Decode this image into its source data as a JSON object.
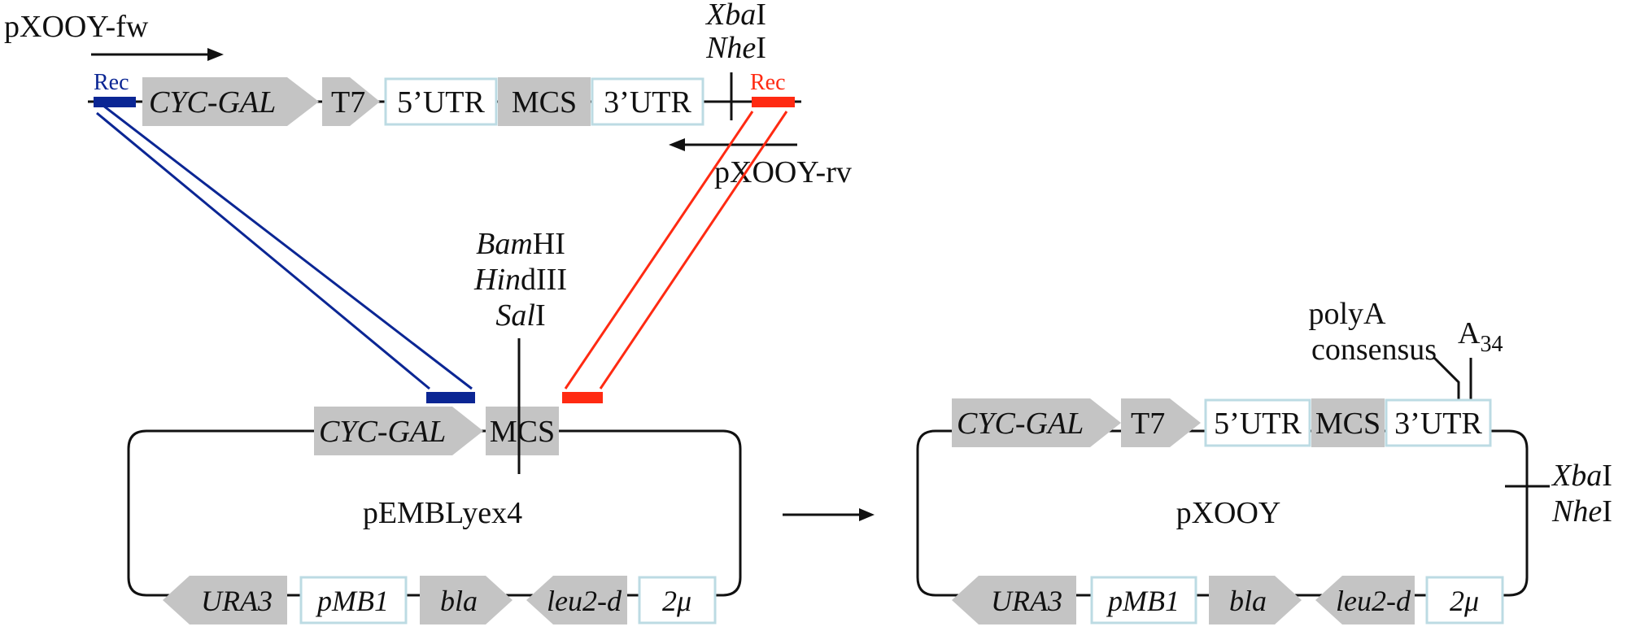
{
  "primers": {
    "forward": "pXOOY-fw",
    "reverse": "pXOOY-rv"
  },
  "recombination": {
    "left_label": "Rec",
    "right_label": "Rec",
    "left_color": "#0b2694",
    "right_color": "#ff2a12"
  },
  "insert": {
    "promoter": "CYC-GAL",
    "t7": "T7",
    "utr5": "5’UTR",
    "mcs": "MCS",
    "utr3": "3’UTR",
    "sites": {
      "italic1": "Xba",
      "suffix1": "I",
      "italic2": "Nhe",
      "suffix2": "I"
    }
  },
  "vector": {
    "name": "pEMBLyex4",
    "promoter": "CYC-GAL",
    "mcs": "MCS",
    "sites": [
      {
        "italic": "Bam",
        "roman": "HI"
      },
      {
        "italic": "Hin",
        "roman": "dIII"
      },
      {
        "italic": "Sal",
        "roman": "I"
      }
    ],
    "bottom_elements": [
      "URA3",
      "pMB1",
      "bla",
      "leu2-d",
      "2μ"
    ]
  },
  "product": {
    "name": "pXOOY",
    "promoter": "CYC-GAL",
    "t7": "T7",
    "utr5": "5’UTR",
    "mcs": "MCS",
    "utr3": "3’UTR",
    "polyA_line1": "polyA",
    "polyA_line2": "consensus",
    "a_base": "A",
    "a_sub": "34",
    "sites": {
      "italic1": "Xba",
      "suffix1": "I",
      "italic2": "Nhe",
      "suffix2": "I"
    },
    "bottom_elements": [
      "URA3",
      "pMB1",
      "bla",
      "leu2-d",
      "2μ"
    ]
  },
  "colors": {
    "feature_gray": "#c4c4c4",
    "box_border": "#bcdbe3",
    "line": "#111111"
  }
}
